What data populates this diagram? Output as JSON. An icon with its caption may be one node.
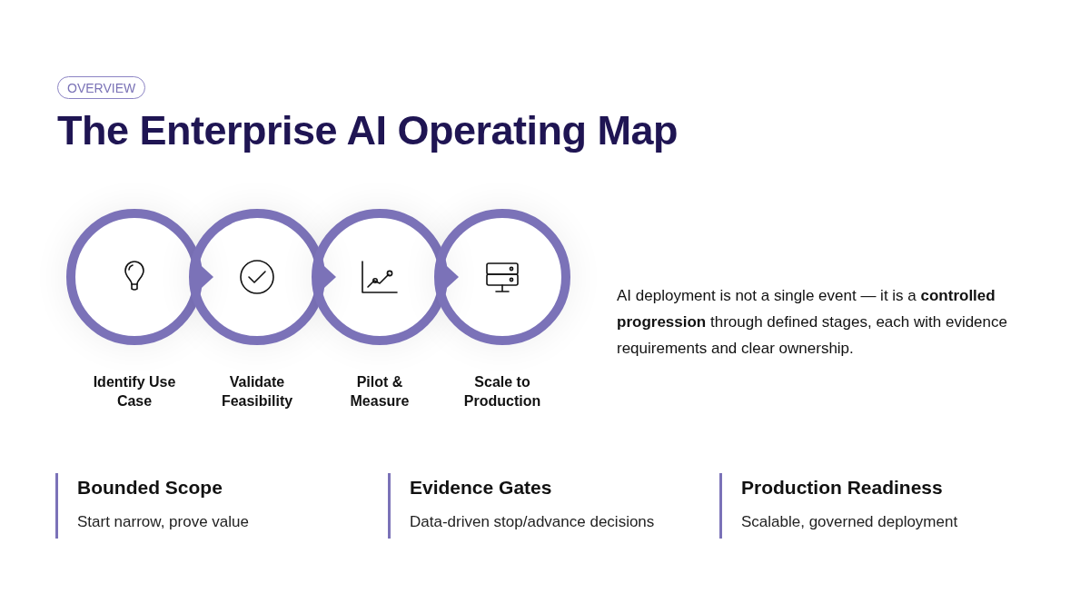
{
  "diagram": {
    "title": "The Enterprise AI Operating Map",
    "nodes": [
      {
        "text": [
          "Identify Use Case"
        ]
      },
      {
        "text": [
          "Validate Feasibility"
        ]
      },
      {
        "text": [
          "Pilot & Measure"
        ]
      },
      {
        "text": [
          "Scale to Production"
        ]
      }
    ],
    "edges": [
      {
        "from": 0,
        "to": 1,
        "arrow": "to"
      },
      {
        "from": 1,
        "to": 2,
        "arrow": "to"
      },
      {
        "from": 2,
        "to": 3,
        "arrow": "to"
      }
    ],
    "labels": [
      "OVERVIEW",
      "AI deployment is not a single event — it is a **controlled progression** through defined stages, each with evidence requirements and clear ownership.",
      "Bounded Scope",
      "Start narrow, prove value",
      "Evidence Gates",
      "Data-driven stop/advance decisions",
      "Production Readiness",
      "Scalable, governed deployment"
    ]
  }
}
